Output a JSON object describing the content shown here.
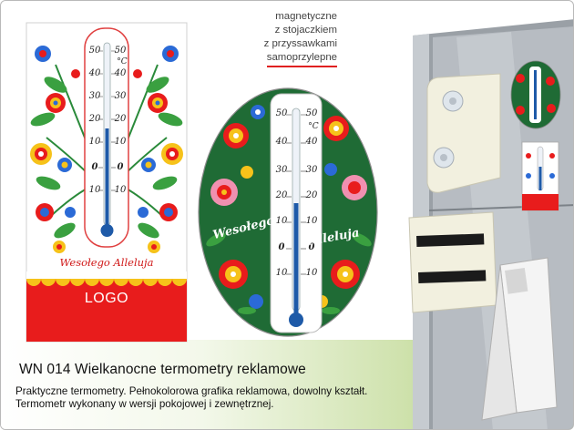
{
  "header": {
    "title": "WN 014 Wielkanocne termometry reklamowe"
  },
  "description": {
    "line1": "Praktyczne termometry.  Pełnokolorowa grafika reklamowa, dowolny kształt.",
    "line2": "Termometr wykonany w wersji pokojowej i zewnętrznej."
  },
  "tag": {
    "line1": "magnetyczne",
    "line2": "z stojaczkiem",
    "line3": "z przyssawkami",
    "line4": "samoprzylepne"
  },
  "rect_thermometer": {
    "greeting": "Wesołego Alleluja",
    "logo": "LOGO",
    "unit": "°C",
    "scale": [
      "50",
      "40",
      "30",
      "20",
      "10",
      "0",
      "10"
    ]
  },
  "egg_thermometer": {
    "greeting_word1": "Wesołego",
    "greeting_word2": "Alleluja",
    "unit": "°C",
    "scale": [
      "50",
      "40",
      "30",
      "20",
      "10",
      "0",
      "10"
    ]
  },
  "colors": {
    "accent_red": "#e81c1c",
    "egg_green": "#1f6b35",
    "mercury_blue": "#1e5aa8",
    "bottom_green": "#9ec466"
  }
}
